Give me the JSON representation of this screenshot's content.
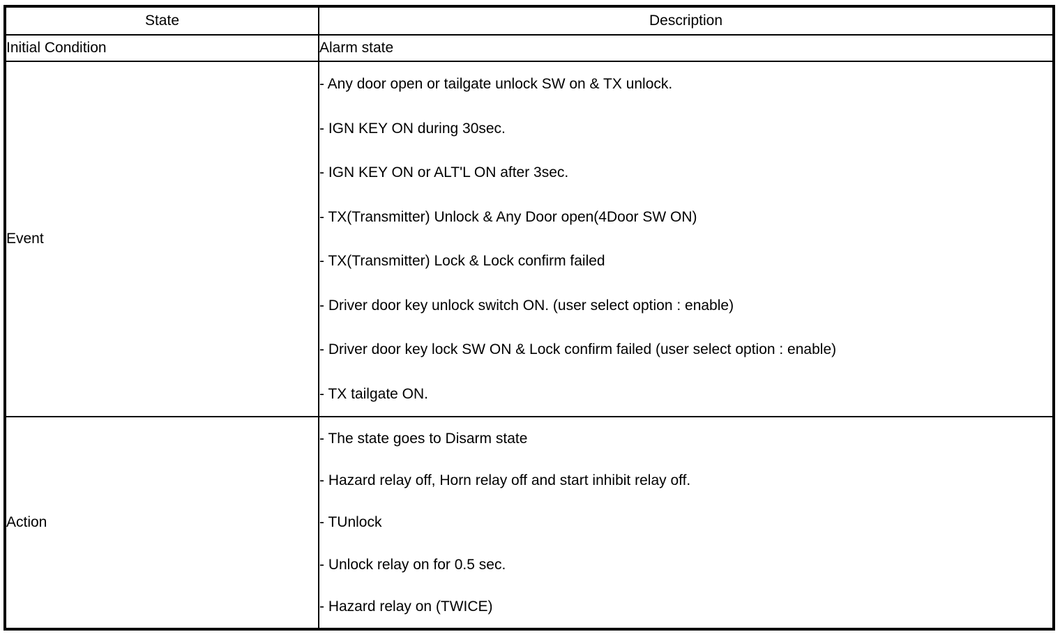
{
  "table": {
    "header": {
      "state": "State",
      "description": "Description"
    },
    "rows": [
      {
        "state": "Initial Condition",
        "items": [
          "Alarm state"
        ]
      },
      {
        "state": "Event",
        "items": [
          "- Any door open or tailgate unlock SW on & TX unlock.",
          "- IGN KEY ON during 30sec.",
          "- IGN KEY ON or ALT'L ON after 3sec.",
          "- TX(Transmitter) Unlock & Any Door open(4Door SW ON)",
          "- TX(Transmitter) Lock & Lock confirm failed",
          "- Driver door key unlock switch ON. (user select option : enable)",
          "- Driver door key lock SW ON & Lock confirm failed (user select option : enable)",
          "- TX tailgate ON."
        ]
      },
      {
        "state": "Action",
        "items": [
          "- The state goes to Disarm state",
          "- Hazard relay off, Horn relay off and start inhibit relay off.",
          "- TUnlock",
          "- Unlock relay on for 0.5 sec.",
          "- Hazard relay on (TWICE)"
        ]
      }
    ],
    "colors": {
      "border": "#000000",
      "background": "#ffffff",
      "text": "#000000"
    }
  }
}
